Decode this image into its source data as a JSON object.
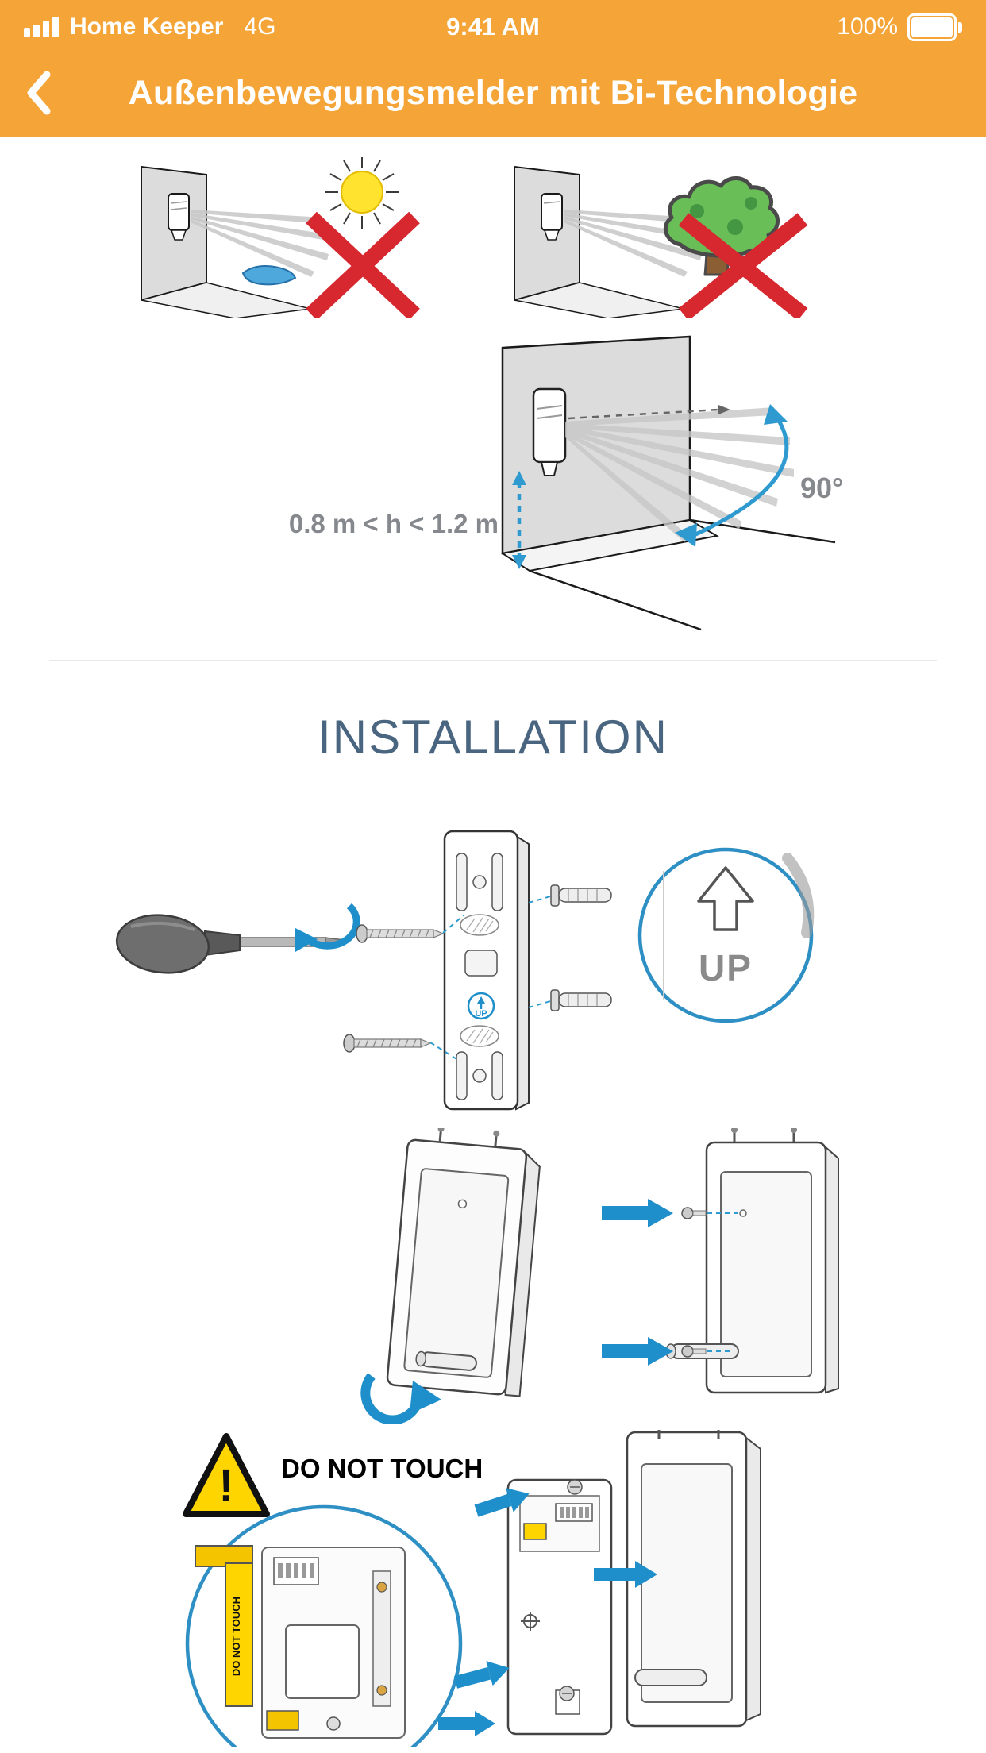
{
  "status_bar": {
    "carrier": "Home Keeper",
    "network": "4G",
    "time": "9:41 AM",
    "battery_percent": "100%"
  },
  "nav": {
    "title": "Außenbewegungsmelder mit Bi-Technologie"
  },
  "section": {
    "installation_title": "INSTALLATION"
  },
  "diagrams": {
    "height_label": "0.8 m < h < 1.2 m",
    "angle_label": "90°",
    "up_label": "UP",
    "warning_exclamation": "!",
    "do_not_touch": "DO NOT TOUCH",
    "do_not_touch_strip": "DO NOT TOUCH"
  },
  "colors": {
    "header_bg": "#F5A537",
    "accent_blue": "#1F8FCB",
    "prohibit_red": "#D7282F",
    "heading_slate": "#4A6580",
    "label_gray": "#85888C",
    "warning_yellow": "#FFD500"
  },
  "icons": {
    "signal-icon": "cellular-bars-full",
    "battery-icon": "battery-full",
    "back-icon": "chevron-left",
    "sun-icon": "sun",
    "tree-icon": "tree",
    "prohibited-icon": "red-x",
    "warning-icon": "triangle-exclamation",
    "rotate-icon": "curved-blue-arrow",
    "direction-icon": "solid-blue-arrow",
    "magnifier-icon": "detail-circle"
  }
}
